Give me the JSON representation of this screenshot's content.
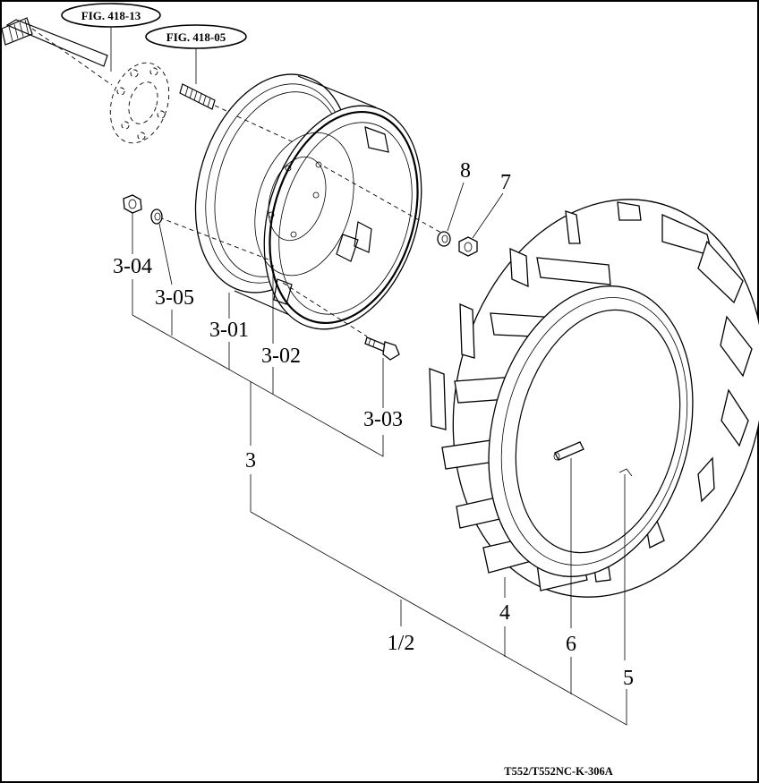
{
  "references": {
    "fig_a": "FIG. 418-13",
    "fig_b": "FIG. 418-05"
  },
  "parts": {
    "p1_2": "1/2",
    "p3": "3",
    "p3_01": "3-01",
    "p3_02": "3-02",
    "p3_03": "3-03",
    "p3_04": "3-04",
    "p3_05": "3-05",
    "p4": "4",
    "p5": "5",
    "p6": "6",
    "p7": "7",
    "p8": "8"
  },
  "drawing_code": "T552/T552NC-K-306A"
}
